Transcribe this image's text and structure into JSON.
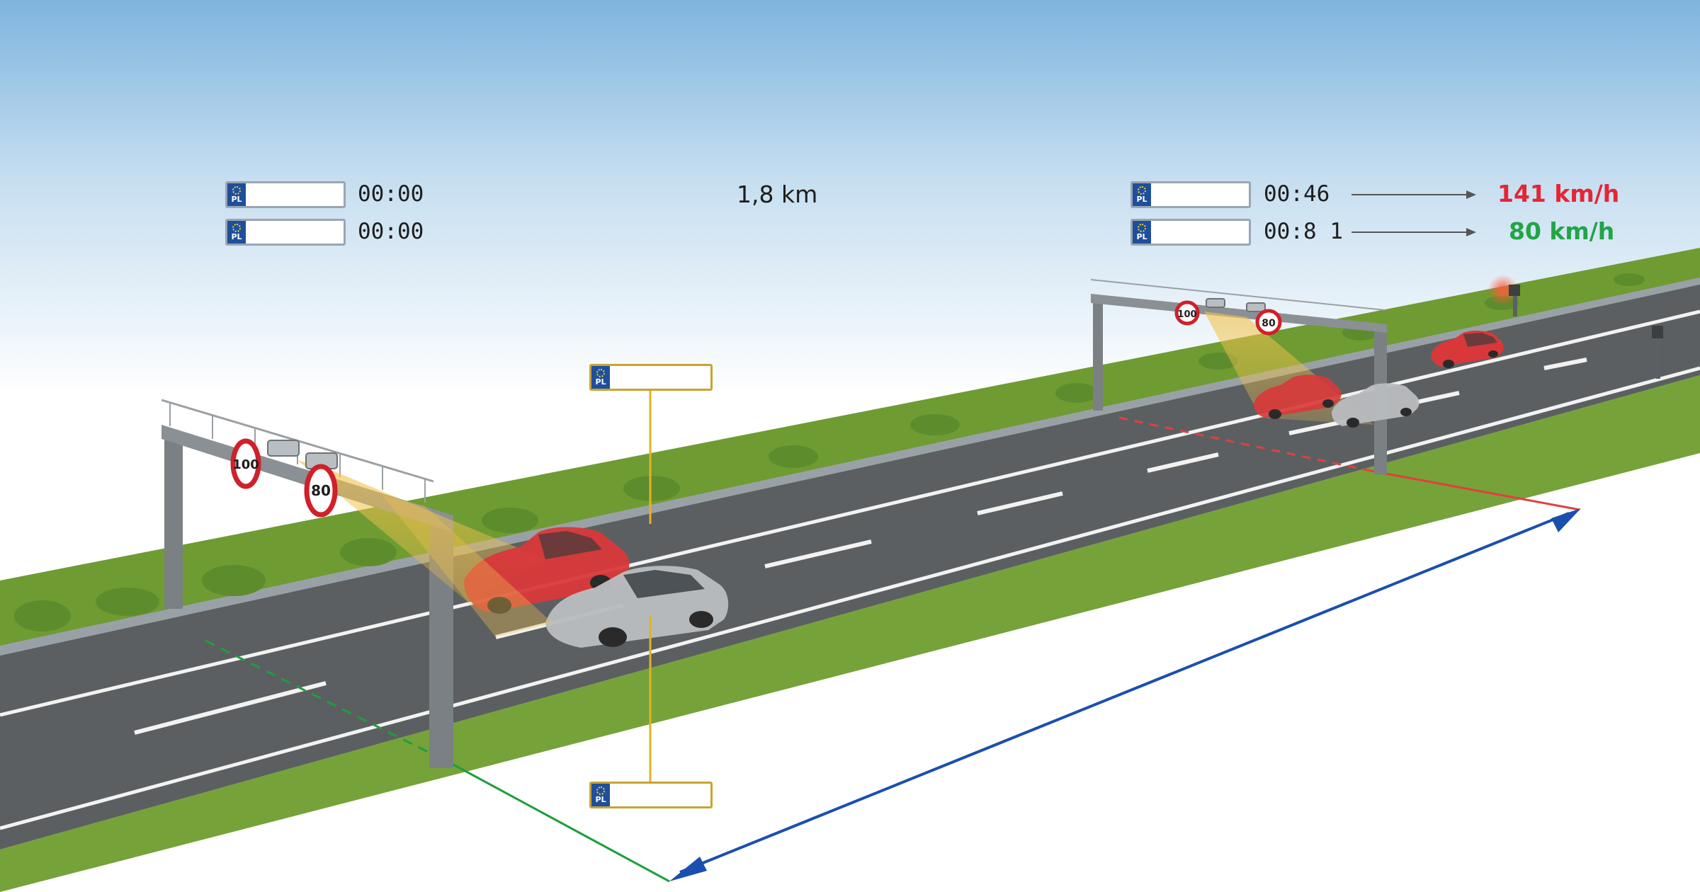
{
  "entry_gantry": {
    "plate_country": "PL",
    "readings": [
      {
        "time": "00:00"
      },
      {
        "time": "00:00"
      }
    ],
    "signs": [
      "100",
      "80"
    ]
  },
  "section_distance": "1,8 km",
  "exit_gantry": {
    "plate_country": "PL",
    "readings": [
      {
        "time": "00:46",
        "speed": "141 km/h"
      },
      {
        "time": "00:8 1",
        "speed": "80 km/h"
      }
    ],
    "signs": [
      "100",
      "80"
    ]
  },
  "vehicle_plates": {
    "plate_country": "PL"
  },
  "colors": {
    "over_limit": "#e32636",
    "within_limit": "#22a447",
    "distance_line": "#1b4fae",
    "entry_line": "#1f9e3d",
    "exit_line": "#e04040",
    "camera_beam": "#f2c24c",
    "plate_callout": "#e2b321",
    "sign_ring": "#d0202a",
    "grass": "#6e9a2e",
    "asphalt": "#5c5f61"
  }
}
